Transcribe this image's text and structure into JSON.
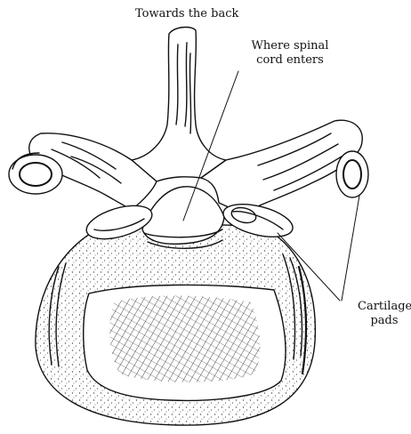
{
  "labels": {
    "top": "Towards the back",
    "spinal_cord": [
      "Where spinal",
      "cord enters"
    ],
    "cartilage": [
      "Cartilage",
      "pads"
    ]
  },
  "colors": {
    "ink": "#111111",
    "background": "#ffffff"
  }
}
